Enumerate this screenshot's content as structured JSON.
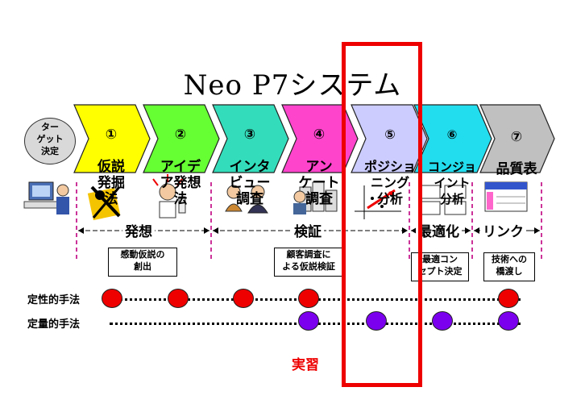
{
  "title": "Neo P7システム",
  "start_node": "ター\nゲット\n決定",
  "steps": [
    {
      "num": "①",
      "label": "仮説\n発掘\n法",
      "color": "#ffff00"
    },
    {
      "num": "②",
      "label": "アイデ\nア発想\n法",
      "color": "#66ff33"
    },
    {
      "num": "③",
      "label": "インタ\nビュー\n調査",
      "color": "#33ddbb"
    },
    {
      "num": "④",
      "label": "アン\nケート\n調査",
      "color": "#ff44cc"
    },
    {
      "num": "⑤",
      "label": "ポジショ\nニング\n分析",
      "color": "#ccccff"
    },
    {
      "num": "⑥",
      "label": "コンジョ\nイント\n分析",
      "color": "#22ddee"
    },
    {
      "num": "⑦",
      "label": "品質表",
      "color": "#c0c0c0"
    }
  ],
  "phases": [
    "発想",
    "検証",
    "最適化",
    "リンク"
  ],
  "goals": [
    "感動仮説の\n創出",
    "顧客調査に\nよる仮説検証",
    "最適コン\nセプト決定",
    "技術への\n橋渡し"
  ],
  "rows": [
    "定性的手法",
    "定量的手法"
  ],
  "highlight_label": "実習",
  "colors": {
    "qualitative": "#ee0000",
    "quantitative": "#7a00ee",
    "highlight": "#ee0000"
  }
}
